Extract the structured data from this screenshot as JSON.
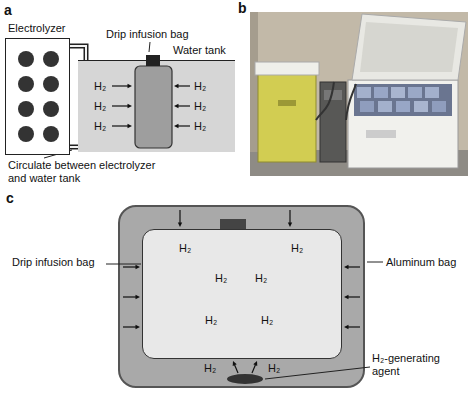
{
  "diagram": {
    "nodes": [
      {
        "text": [
          "Electrolyzer"
        ]
      },
      {
        "text": [
          "Water tank",
          "H₂",
          "H₂",
          "H₂",
          "H₂",
          "H₂",
          "H₂"
        ]
      },
      {
        "text": [
          "H₂",
          "H₂"
        ]
      },
      {
        "text": [
          "H₂",
          "H₂",
          "H₂",
          "H₂",
          "H₂",
          "H₂"
        ],
        "in": 2
      }
    ],
    "edges": [
      {
        "from": 0,
        "to": 1,
        "arrow": "none"
      },
      {
        "from": 0,
        "to": 1,
        "arrow": "none"
      }
    ],
    "labels": [
      "a",
      "Drip infusion bag",
      "Circulate between electrolyzer and water tank",
      "b",
      "c",
      "Drip infusion bag",
      "Aluminum bag",
      "H₂-generating agent"
    ]
  }
}
